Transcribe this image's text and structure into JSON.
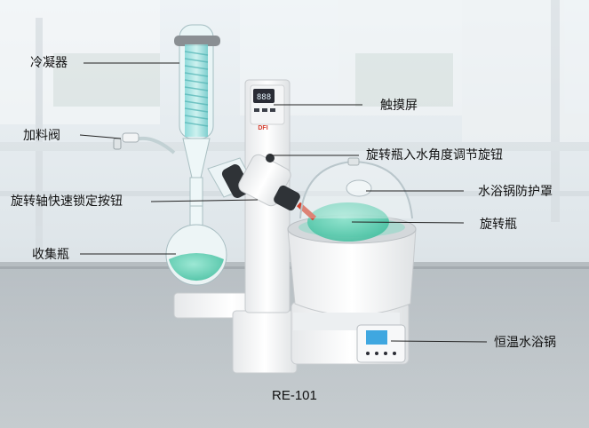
{
  "labels": {
    "condenser": "冷凝器",
    "feed_valve": "加料阀",
    "rotary_shaft_lock": "旋转轴快速锁定按钮",
    "collection_flask": "收集瓶",
    "touch_screen": "触摸屏",
    "angle_knob": "旋转瓶入水角度调节旋钮",
    "bath_shield": "水浴锅防护罩",
    "rotary_flask": "旋转瓶",
    "water_bath": "恒温水浴锅"
  },
  "display": {
    "digits": "888"
  },
  "brand": {
    "logo": "DFI"
  },
  "model": "RE-101",
  "colors": {
    "liquid": "#5cd0b4",
    "display": "#2a2c35",
    "logo": "#d43a2a"
  }
}
